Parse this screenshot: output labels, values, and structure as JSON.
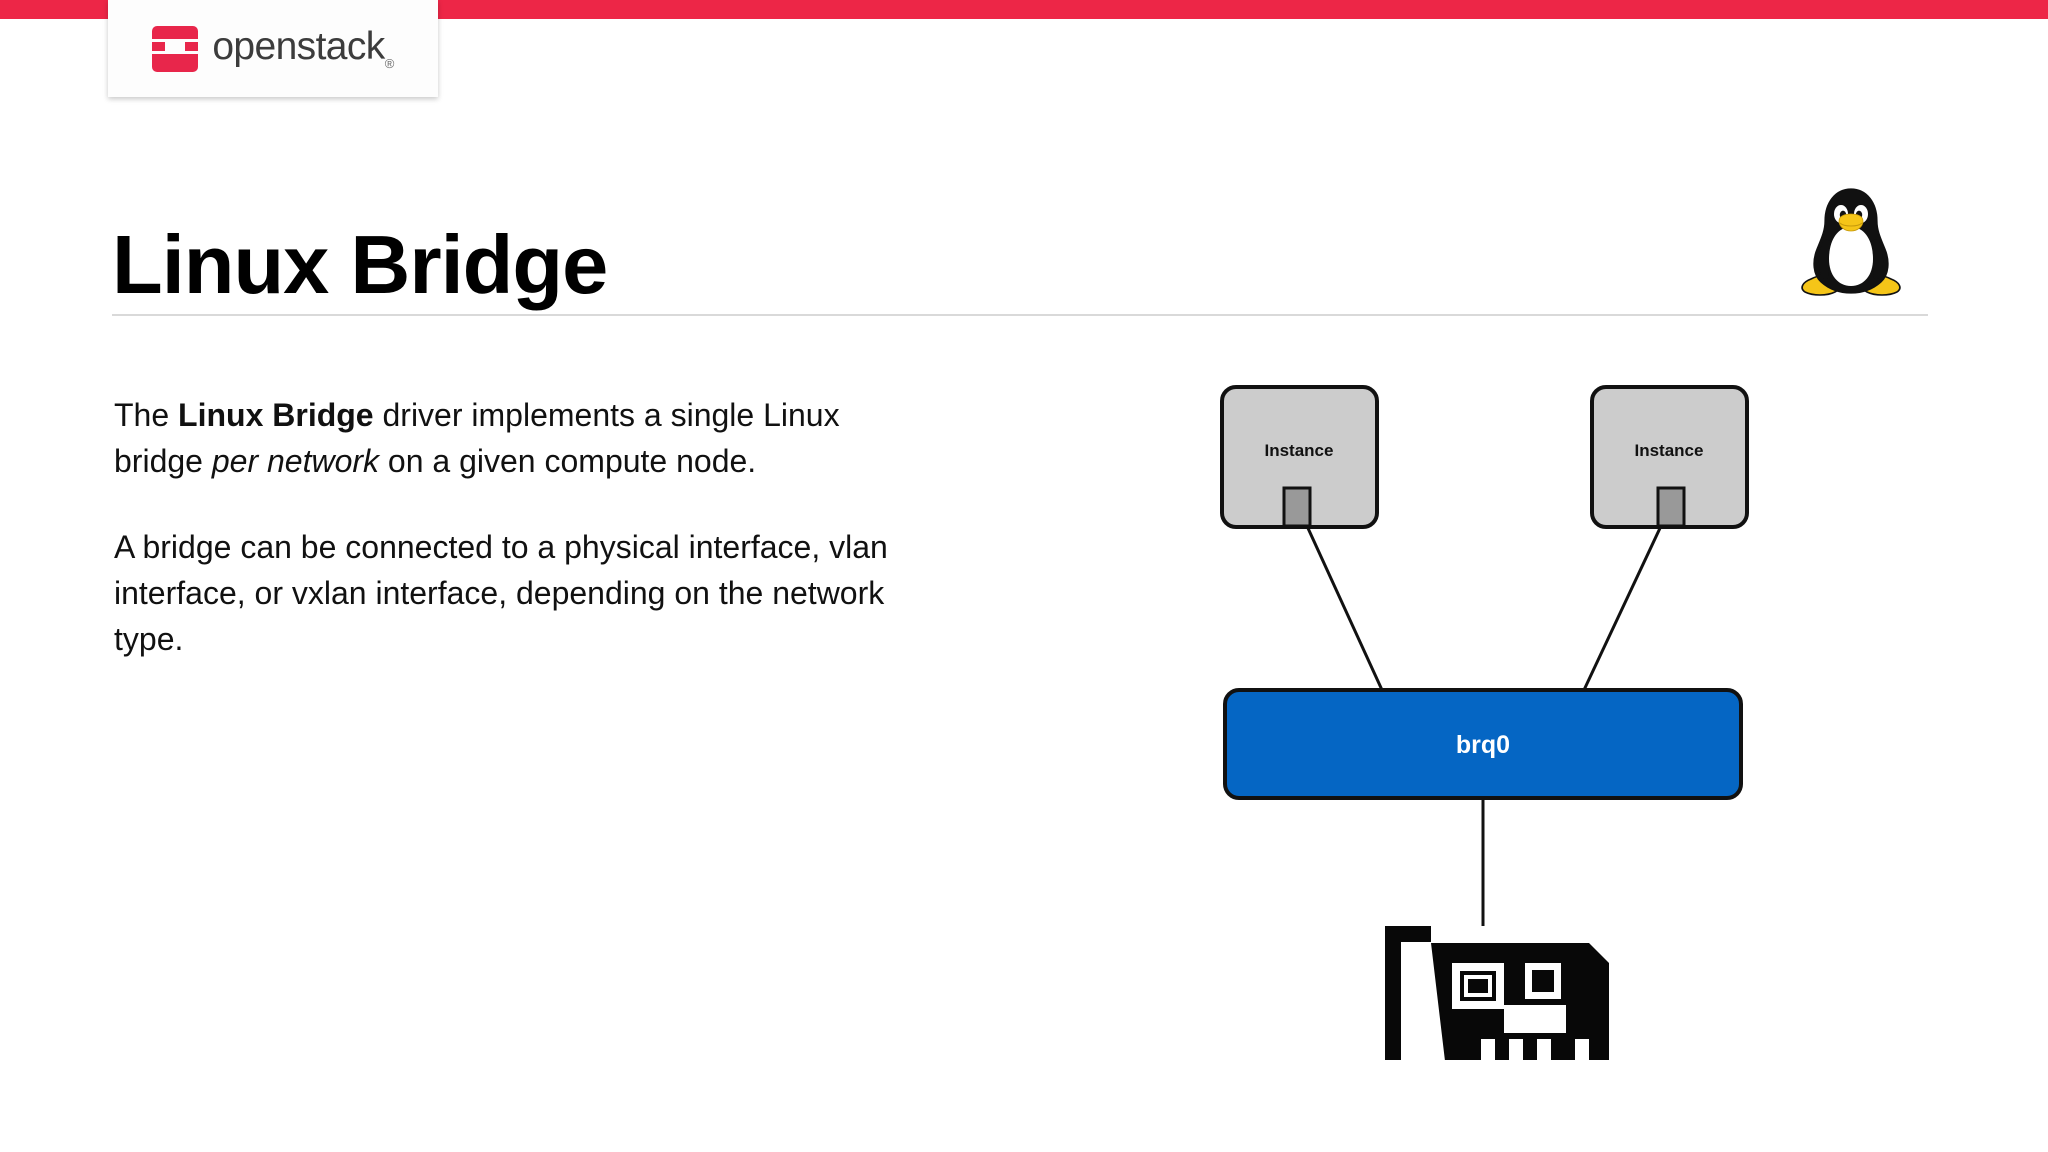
{
  "brand": {
    "bar_color": "#ED2647",
    "logo_mark_name": "openstack-logo-mark",
    "wordmark": "openstack",
    "registered_mark": "®"
  },
  "header": {
    "title": "Linux Bridge",
    "mascot": "tux-penguin"
  },
  "body": {
    "paragraph1": {
      "part1": "The ",
      "bold1": "Linux Bridge",
      "part2": " driver implements a single Linux bridge ",
      "italic1": "per network",
      "part3": " on a given compute node."
    },
    "paragraph2": "A bridge can be connected to a physical interface, vlan interface, or vxlan interface, depending on the network type."
  },
  "diagram": {
    "instances": [
      {
        "label": "Instance"
      },
      {
        "label": "Instance"
      }
    ],
    "bridge": {
      "label": "brq0",
      "fill": "#0566C4",
      "text_color": "#FFFFFF"
    },
    "nic": {
      "name": "network-interface-card-icon"
    },
    "colors": {
      "instance_fill": "#CCCCCC",
      "port_fill": "#999999",
      "stroke": "#111111"
    }
  }
}
